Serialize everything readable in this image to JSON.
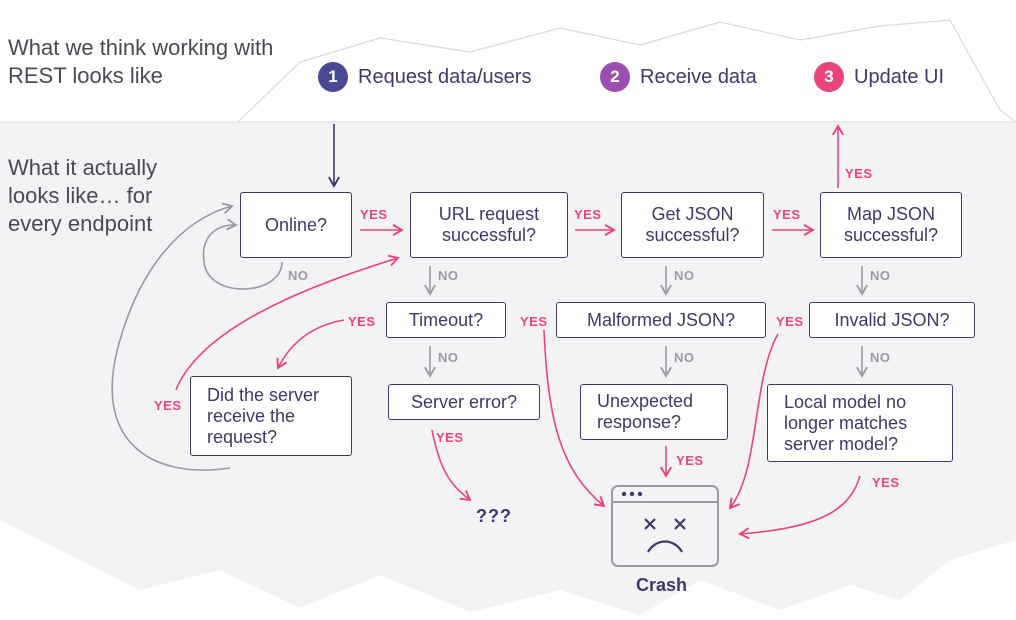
{
  "header": {
    "top_text": "What we think working with REST looks like",
    "side_text": "What it actually looks like… for every endpoint"
  },
  "ideal_steps": [
    {
      "num": "1",
      "label": "Request data/users",
      "color": "#4a4993"
    },
    {
      "num": "2",
      "label": "Receive data",
      "color": "#9b4fae"
    },
    {
      "num": "3",
      "label": "Update UI",
      "color": "#e8457a"
    }
  ],
  "nodes": {
    "online": "Online?",
    "url_request": "URL request successful?",
    "get_json": "Get JSON successful?",
    "map_json": "Map JSON successful?",
    "timeout": "Timeout?",
    "malformed_json": "Malformed JSON?",
    "invalid_json": "Invalid JSON?",
    "server_error": "Server error?",
    "unexpected_response": "Unexpected response?",
    "local_model": "Local model no longer matches server model?",
    "did_server_receive": "Did the server receive the request?"
  },
  "labels": {
    "yes": "YES",
    "no": "NO"
  },
  "outcomes": {
    "unknown": "???",
    "crash": "Crash"
  },
  "colors": {
    "ink": "#3d3a6b",
    "yes": "#e8457a",
    "no": "#9a9aa3",
    "blob": "#f3f3f6"
  }
}
